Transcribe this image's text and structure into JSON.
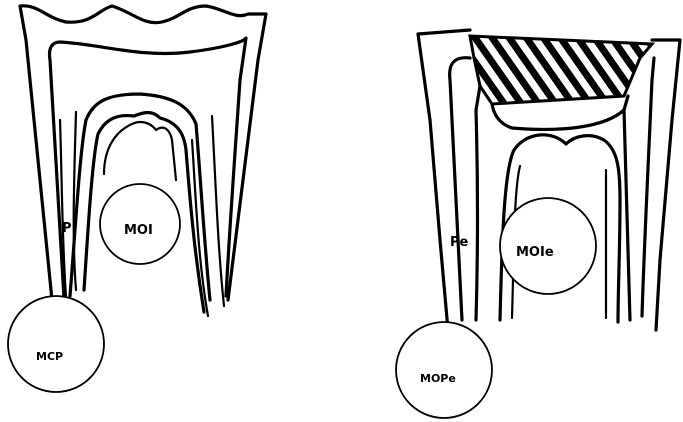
{
  "left_tooth": {
    "labels": {
      "pulp": "P",
      "moi": "MOI",
      "mcp": "MCP"
    }
  },
  "right_tooth": {
    "labels": {
      "pulp": "Pe",
      "moie": "MOIe",
      "mope": "MOPe"
    }
  },
  "colors": {
    "ink": "#000000",
    "background": "#ffffff"
  }
}
